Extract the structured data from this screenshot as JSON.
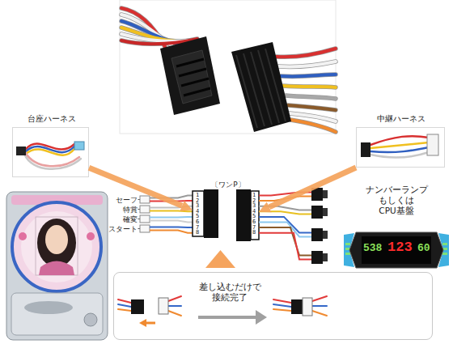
{
  "diagram": {
    "nodes": [
      {
        "text": [
          "台座ハーネス"
        ]
      },
      {
        "text": [
          "中継ハーネス"
        ]
      },
      {
        "text": [
          "1 2 3 4 5 6 7 8"
        ]
      },
      {
        "text": [
          "1 2 3 4 5 6 7 8"
        ]
      },
      {
        "text": [
          "ナンバーランプ もしくは CPU基盤",
          "538",
          "123",
          "60"
        ]
      },
      {
        "text": [
          "差し込むだけで 接続完了"
        ]
      }
    ],
    "edges": [
      {
        "from": 0,
        "to": 2,
        "arrow": "to"
      },
      {
        "from": 1,
        "to": 3,
        "arrow": "to"
      }
    ],
    "labels": [
      "セーフ",
      "特賞",
      "確変",
      "スタート",
      "〔ワンP〕"
    ]
  }
}
